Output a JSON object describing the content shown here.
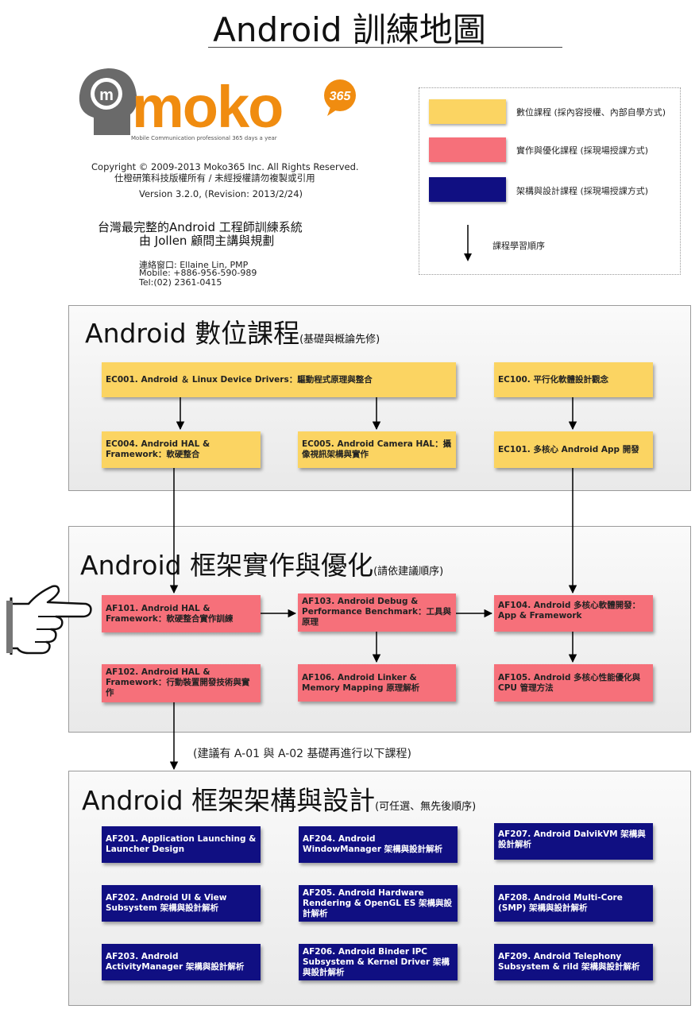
{
  "page": {
    "title": "Android 訓練地圖"
  },
  "logo": {
    "brand": "moko",
    "badge": "365",
    "tagline": "Mobile Communication professional 365 days a year"
  },
  "info": {
    "copyright": "Copyright © 2009-2013 Moko365 Inc. All Rights Reserved.",
    "copyright_zh": "仕橙研策科技版權所有 / 未經授權請勿複製或引用",
    "version": "Version 3.2.0, (Revision: 2013/2/24)",
    "tagline_line1": "台灣最完整的Android 工程師訓練系統",
    "tagline_line2": "由 Jollen 顧問主講與規劃",
    "contact_window": "連絡窗口: Ellaine Lin, PMP",
    "contact_mobile": "Mobile: +886-956-590-989",
    "contact_tel": "Tel:(02) 2361-0415"
  },
  "legend": {
    "digital": "數位課程 (採內容授權、內部自學方式)",
    "practice": "實作與優化課程 (採現場授課方式)",
    "architecture": "架構與設計課程 (採現場授課方式)",
    "order": "課程學習順序",
    "colors": {
      "digital": "#fbd462",
      "practice": "#f6707a",
      "architecture": "#100f82"
    }
  },
  "sections": {
    "digital": {
      "title": "Android 數位課程",
      "subtitle": "(基礎與概論先修)"
    },
    "practice": {
      "title": "Android 框架實作與優化",
      "subtitle": "(請依建議順序)"
    },
    "architecture": {
      "title": "Android 框架架構與設計",
      "subtitle": "(可任選、無先後順序)"
    }
  },
  "courses": {
    "ec001": "EC001. Android ＆ Linux Device Drivers：驅動程式原理與整合",
    "ec100": "EC100. 平行化軟體設計觀念",
    "ec004": "EC004. Android HAL & Framework：軟硬整合",
    "ec005": "EC005. Android Camera HAL：攝像視訊架構與實作",
    "ec101": "EC101. 多核心 Android App 開發",
    "af101": "AF101. Android HAL & Framework：軟硬整合實作訓練",
    "af103": "AF103. Android Debug & Performance Benchmark：工具與原理",
    "af104": "AF104. Android 多核心軟體開發：App & Framework",
    "af102": "AF102. Android HAL & Framework：行動裝置開發技術與實作",
    "af106": "AF106. Android Linker & Memory Mapping 原理解析",
    "af105": "AF105. Android 多核心性能優化與 CPU 管理方法",
    "af201": "AF201. Application Launching & Launcher Design",
    "af204": "AF204. Android WindowManager 架構與設計解析",
    "af207": "AF207. Android DalvikVM 架構與設計解析",
    "af202": "AF202. Android UI & View Subsystem 架構與設計解析",
    "af205": "AF205. Android Hardware Rendering & OpenGL ES 架構與設計解析",
    "af208": "AF208. Android Multi-Core (SMP) 架構與設計解析",
    "af203": "AF203. Android ActivityManager 架構與設計解析",
    "af206": "AF206. Android Binder IPC Subsystem & Kernel Driver 架構與設計解析",
    "af209": "AF209. Android Telephony Subsystem & rild 架構與設計解析"
  },
  "note": "(建議有 A-01 與 A-02 基礎再進行以下課程)"
}
